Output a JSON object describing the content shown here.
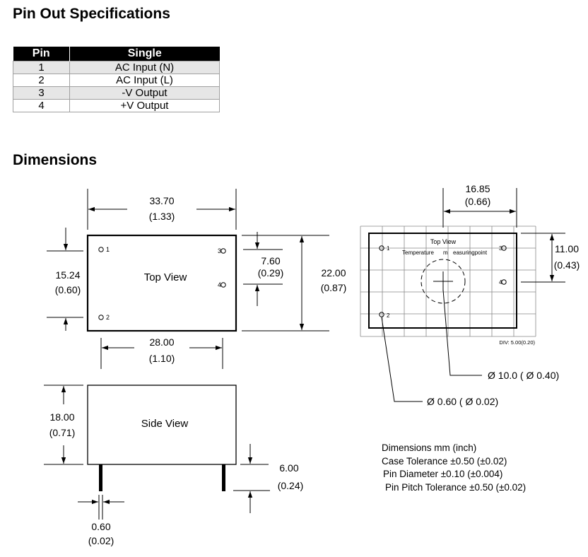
{
  "pinout": {
    "heading": "Pin Out Specifications",
    "columns": [
      "Pin",
      "Single"
    ],
    "rows": [
      [
        "1",
        "AC Input (N)"
      ],
      [
        "2",
        "AC Input (L)"
      ],
      [
        "3",
        "-V Output"
      ],
      [
        "4",
        "+V Output"
      ]
    ]
  },
  "dimensions": {
    "heading": "Dimensions",
    "top_view": {
      "title": "Top View",
      "width_mm": "33.70",
      "width_in": "(1.33)",
      "height_mm": "22.00",
      "height_in": "(0.87)",
      "pin_span_mm": "15.24",
      "pin_span_in": "(0.60)",
      "pin_row_mm": "28.00",
      "pin_row_in": "(1.10)",
      "pin_offset_mm": "7.60",
      "pin_offset_in": "(0.29)",
      "pin_labels": [
        "1",
        "2",
        "3",
        "4"
      ]
    },
    "side_view": {
      "title": "Side View",
      "height_mm": "18.00",
      "height_in": "(0.71)",
      "pin_len_mm": "6.00",
      "pin_len_in": "(0.24)",
      "pin_dia_mm": "0.60",
      "pin_dia_in": "(0.02)"
    },
    "grid_view": {
      "title": "Top View",
      "measure_label": [
        "Temperature",
        "m",
        "easuringpoint"
      ],
      "half_width_mm": "16.85",
      "half_width_in": "(0.66)",
      "offset_mm": "11.00",
      "offset_in": "(0.43)",
      "div_note": "DIV: 5.00(0.20)",
      "circle_callout": "Ø 10.0 ( Ø 0.40)",
      "pin_callout": "Ø 0.60 ( Ø 0.02)",
      "pin_labels": [
        "1",
        "2",
        "3",
        "4"
      ]
    },
    "notes": [
      "Dimensions mm  (inch)",
      "Case Tolerance ±0.50 (±0.02)",
      "Pin Diameter ±0.10 (±0.004)",
      "Pin Pitch Tolerance ±0.50 (±0.02)"
    ]
  }
}
